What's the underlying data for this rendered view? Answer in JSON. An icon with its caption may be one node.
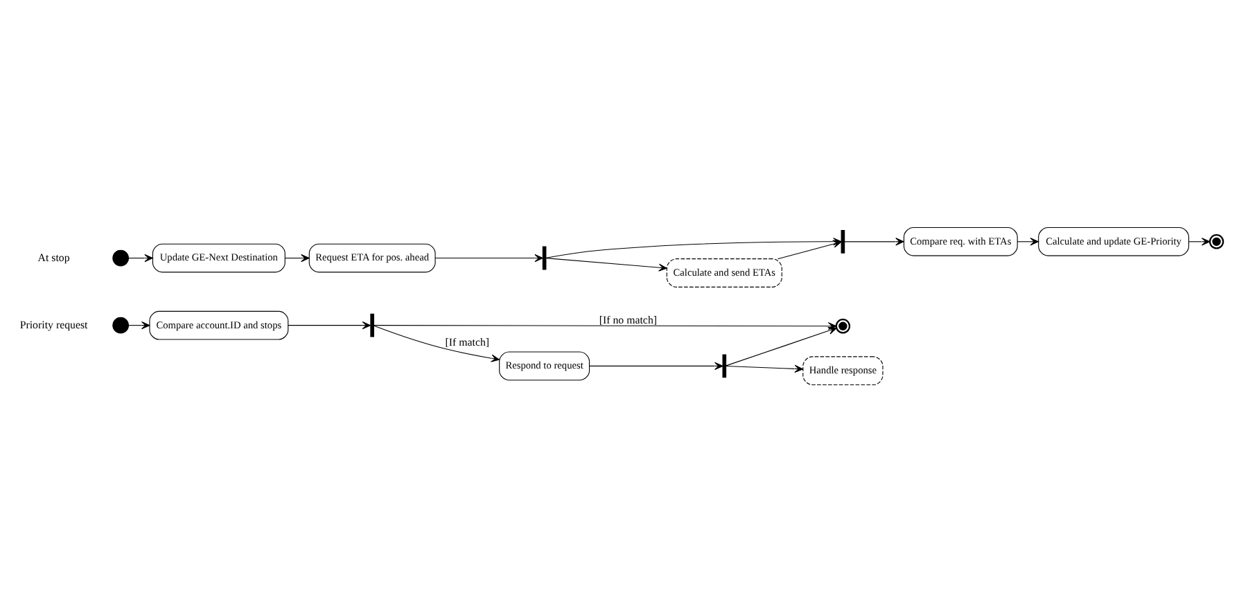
{
  "diagram": {
    "nodes": [
      {
        "text": [],
        "shape": "circle"
      },
      {
        "text": [
          "Update GE-Next Destination"
        ]
      },
      {
        "text": [
          "Request ETA for pos. ahead"
        ]
      },
      {
        "text": [],
        "shape": "bar"
      },
      {
        "text": [],
        "shape": "bar"
      },
      {
        "text": [
          "Compare req. with ETAs"
        ]
      },
      {
        "text": [
          "Calculate and update GE-Priority"
        ]
      },
      {
        "text": [],
        "shape": "bullseye"
      },
      {
        "text": [
          "Calculate and send ETAs"
        ]
      },
      {
        "text": [],
        "shape": "circle"
      },
      {
        "text": [
          "Compare account.ID and stops"
        ]
      },
      {
        "text": [],
        "shape": "bar"
      },
      {
        "text": [
          "Respond to request"
        ]
      },
      {
        "text": [],
        "shape": "bar"
      },
      {
        "text": [],
        "shape": "bullseye"
      },
      {
        "text": [
          "Handle response"
        ]
      }
    ],
    "edges": [
      {
        "from": 0,
        "to": 1,
        "arrow": "to"
      },
      {
        "from": 1,
        "to": 2,
        "arrow": "to"
      },
      {
        "from": 2,
        "to": 3,
        "arrow": "to"
      },
      {
        "from": 3,
        "to": 4,
        "arrow": "to"
      },
      {
        "from": 3,
        "to": 8,
        "arrow": "to"
      },
      {
        "from": 8,
        "to": 4,
        "arrow": "to"
      },
      {
        "from": 4,
        "to": 5,
        "arrow": "to"
      },
      {
        "from": 5,
        "to": 6,
        "arrow": "to"
      },
      {
        "from": 6,
        "to": 7,
        "arrow": "to"
      },
      {
        "from": 9,
        "to": 10,
        "arrow": "to"
      },
      {
        "from": 10,
        "to": 11,
        "arrow": "to"
      },
      {
        "from": 11,
        "to": 14,
        "arrow": "to",
        "label": "[If no match]"
      },
      {
        "from": 11,
        "to": 12,
        "arrow": "to",
        "label": "[If match]"
      },
      {
        "from": 12,
        "to": 13,
        "arrow": "to"
      },
      {
        "from": 13,
        "to": 14,
        "arrow": "to"
      },
      {
        "from": 13,
        "to": 15,
        "arrow": "to"
      }
    ],
    "labels": [
      "At stop",
      "Priority request"
    ]
  }
}
